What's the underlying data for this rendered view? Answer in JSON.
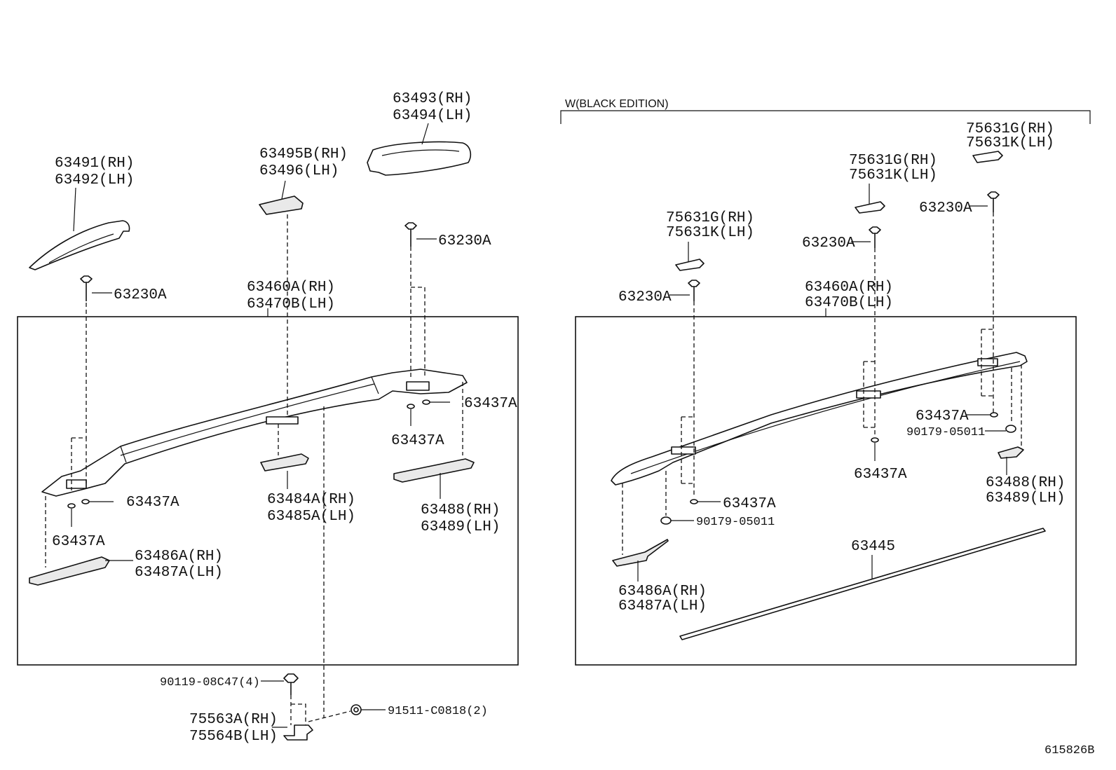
{
  "diagram_id": "615826B",
  "left_panel": {
    "labels": {
      "end_cover_front_rh": "63491(RH)",
      "end_cover_front_lh": "63492(LH)",
      "center_cover_rh": "63495B(RH)",
      "center_cover_lh": "63496(LH)",
      "end_cover_rear_rh": "63493(RH)",
      "end_cover_rear_lh": "63494(LH)",
      "bolt_front": "63230A",
      "bolt_rear": "63230A",
      "rail_rh": "63460A(RH)",
      "rail_lh": "63470B(LH)",
      "washer_rear_right": "63437A",
      "washer_rear_below": "63437A",
      "washer_front_right": "63437A",
      "washer_front_below": "63437A",
      "pad_center_rh": "63484A(RH)",
      "pad_center_lh": "63485A(LH)",
      "pad_rear_rh": "63488(RH)",
      "pad_rear_lh": "63489(LH)",
      "pad_front_rh": "63486A(RH)",
      "pad_front_lh": "63487A(LH)",
      "bolt_bottom": "90119-08C47(4)",
      "bracket_rh": "75563A(RH)",
      "bracket_lh": "75564B(LH)",
      "clip": "91511-C0818(2)"
    }
  },
  "right_panel": {
    "title": "W(BLACK EDITION)",
    "labels": {
      "cover_far_rh": "75631G(RH)",
      "cover_far_lh": "75631K(LH)",
      "cover_mid_rh": "75631G(RH)",
      "cover_mid_lh": "75631K(LH)",
      "cover_near_rh": "75631G(RH)",
      "cover_near_lh": "75631K(LH)",
      "bolt_far": "63230A",
      "bolt_mid": "63230A",
      "bolt_near": "63230A",
      "rail_rh": "63460A(RH)",
      "rail_lh": "63470B(LH)",
      "washer_far": "63437A",
      "nut_far": "90179-05011",
      "washer_mid": "63437A",
      "washer_near": "63437A",
      "nut_near": "90179-05011",
      "pad_rear_rh": "63488(RH)",
      "pad_rear_lh": "63489(LH)",
      "pad_front_rh": "63486A(RH)",
      "pad_front_lh": "63487A(LH)",
      "moulding": "63445"
    }
  }
}
